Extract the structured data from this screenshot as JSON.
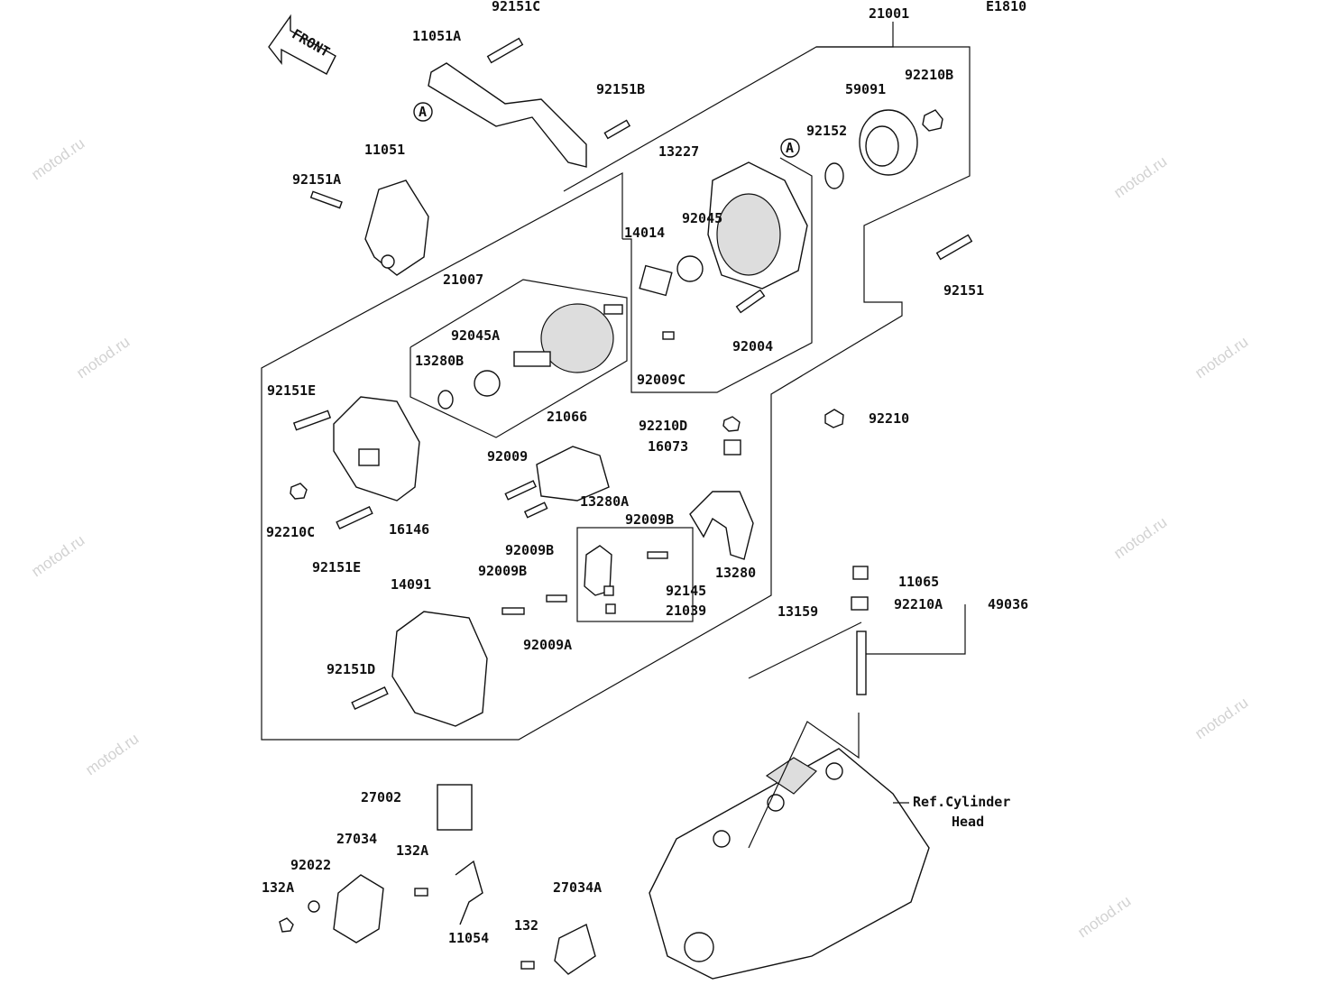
{
  "diagram": {
    "code": "E1810",
    "watermark": "motod.ru",
    "front_arrow_label": "FRONT",
    "reference_marker": "A",
    "ref_note": {
      "line1": "Ref.Cylinder",
      "line2": "Head"
    },
    "part_labels": [
      "92151C",
      "11051A",
      "21001",
      "92210B",
      "59091",
      "92151B",
      "92152",
      "13227",
      "11051",
      "92151A",
      "92045",
      "14014",
      "92151",
      "21007",
      "92045A",
      "92004",
      "13280B",
      "92009C",
      "92151E",
      "21066",
      "92210D",
      "92210",
      "16073",
      "92009",
      "13280A",
      "92009B",
      "92210C",
      "16146",
      "92151E",
      "92009B",
      "13280",
      "92009B",
      "11065",
      "14091",
      "92145",
      "92210A",
      "49036",
      "21039",
      "13159",
      "92009A",
      "92151D",
      "27002",
      "27034",
      "92022",
      "132A",
      "132A",
      "27034A",
      "132",
      "11054"
    ]
  }
}
